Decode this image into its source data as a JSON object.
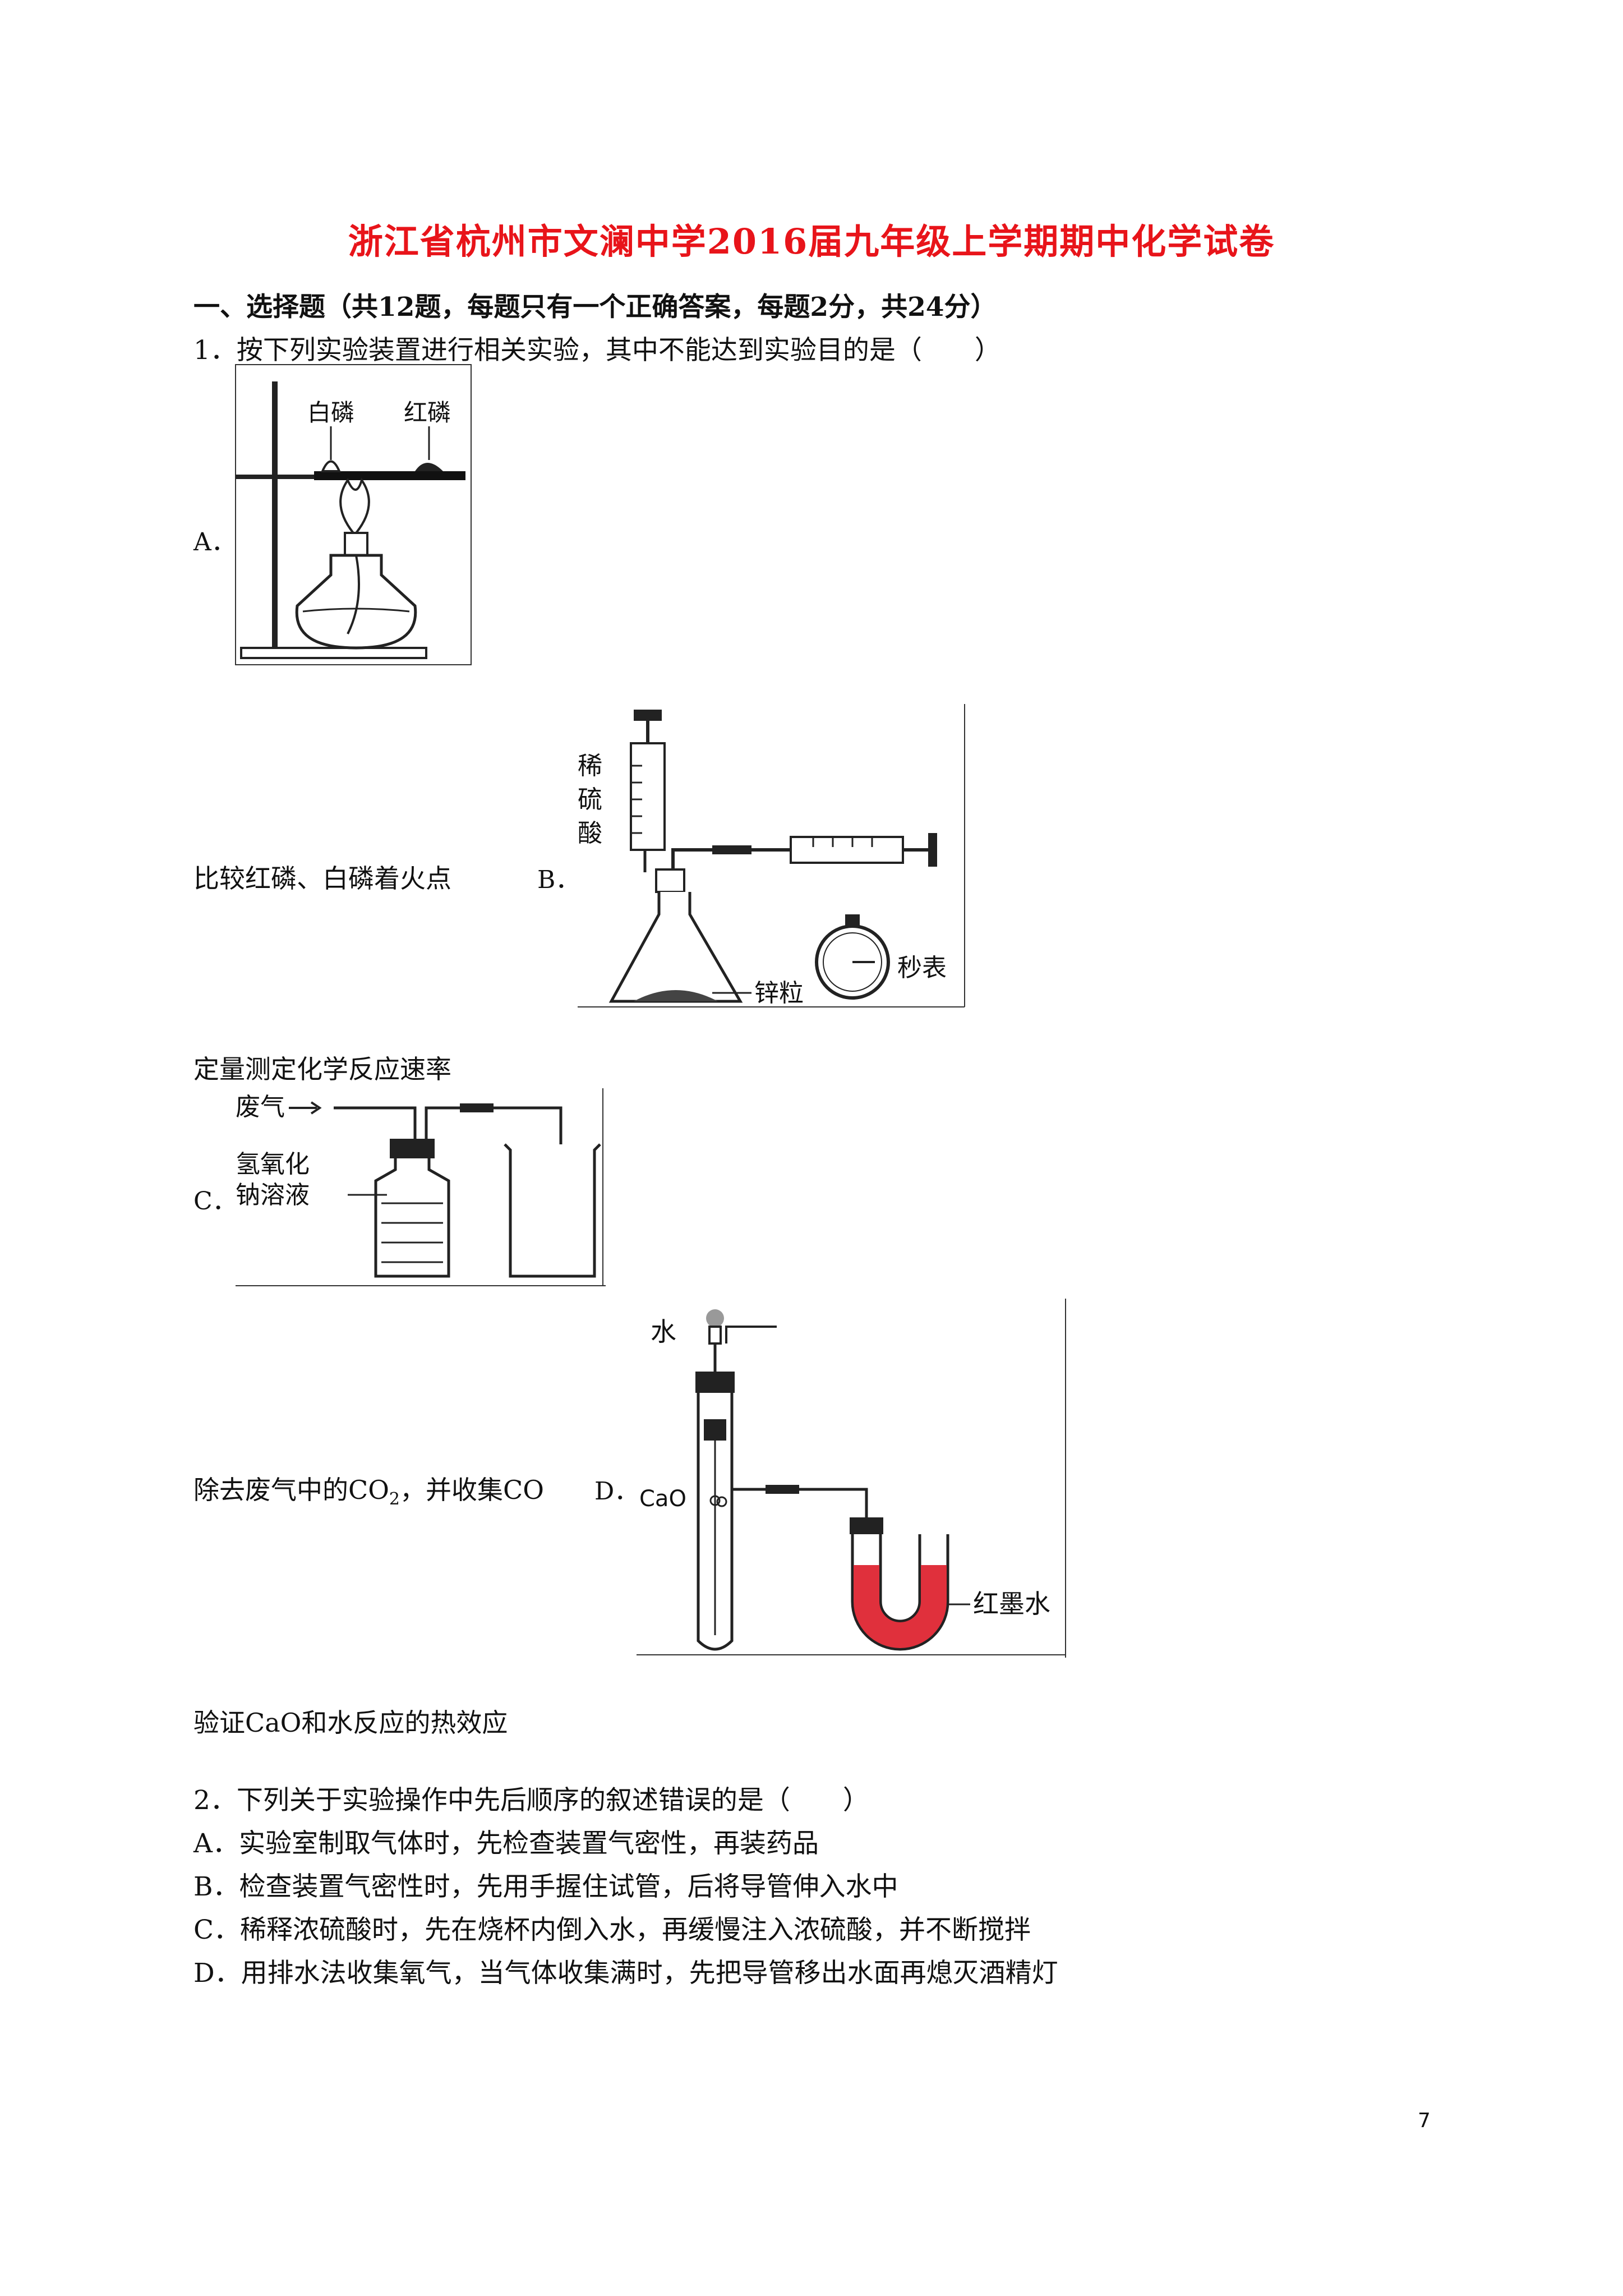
{
  "title": "浙江省杭州市文澜中学2016届九年级上学期期中化学试卷",
  "section_heading": "一、选择题（共12题，每题只有一个正确答案，每题2分，共24分）",
  "q1": {
    "stem": "1．按下列实验装置进行相关实验，其中不能达到实验目的是（　　）",
    "options": {
      "a": {
        "letter": "A．",
        "caption": "比较红磷、白磷着火点",
        "labels": {
          "white_p": "白磷",
          "red_p": "红磷"
        }
      },
      "b": {
        "letter": "B．",
        "caption": "定量测定化学反应速率",
        "labels": {
          "acid": [
            "稀",
            "硫",
            "酸"
          ],
          "zinc": "锌粒",
          "timer": "秒表"
        }
      },
      "c": {
        "letter": "C．",
        "caption_pre": "除去废气中的CO",
        "caption_sub": "2",
        "caption_post": "，并收集CO",
        "labels": {
          "gas": "废气",
          "naoh_1": "氢氧化",
          "naoh_2": "钠溶液"
        }
      },
      "d": {
        "letter": "D．",
        "caption": "验证CaO和水反应的热效应",
        "labels": {
          "water": "水",
          "cao": "CaO",
          "ink": "红墨水"
        }
      }
    }
  },
  "q2": {
    "stem": "2．下列关于实验操作中先后顺序的叙述错误的是（　　）",
    "options": [
      "A．实验室制取气体时，先检查装置气密性，再装药品",
      "B．检查装置气密性时，先用手握住试管，后将导管伸入水中",
      "C．稀释浓硫酸时，先在烧杯内倒入水，再缓慢注入浓硫酸，并不断搅拌",
      "D．用排水法收集氧气，当气体收集满时，先把导管移出水面再熄灭酒精灯"
    ]
  },
  "page_number": "7",
  "colors": {
    "title": "#e8141a",
    "ink_water": "#e0303c"
  }
}
